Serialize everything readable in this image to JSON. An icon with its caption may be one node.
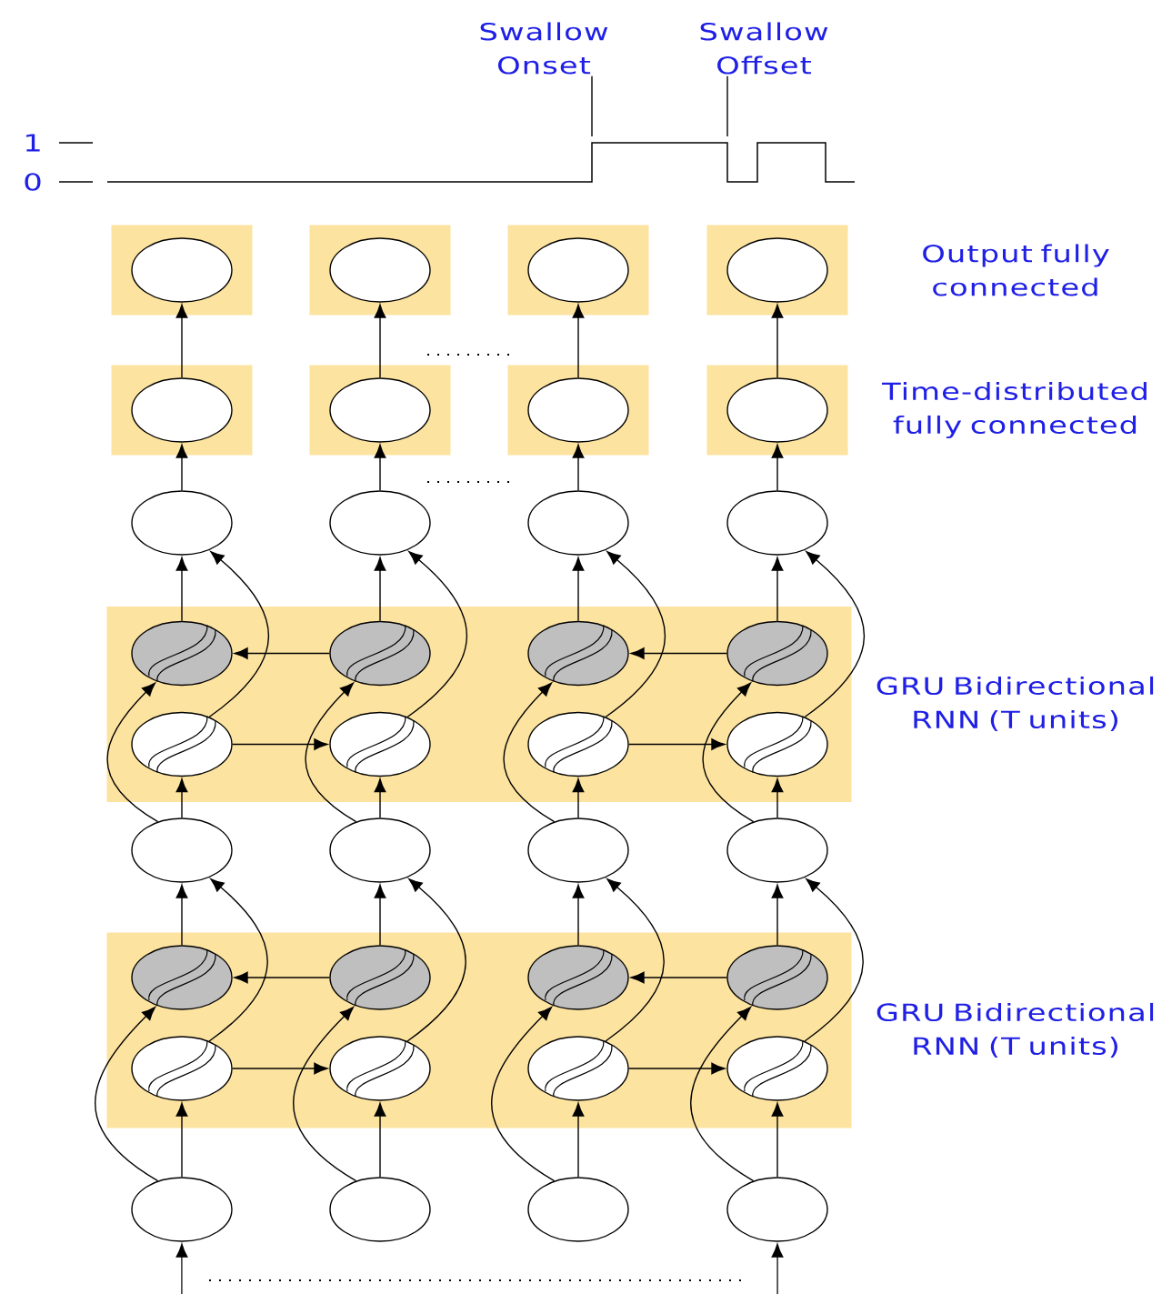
{
  "diagram": {
    "nodes": [
      {
        "text": [
          "Swallow Onset"
        ]
      },
      {
        "text": [
          "Swallow Offset"
        ]
      },
      {
        "text": [],
        "shape": "box"
      },
      {
        "text": [],
        "shape": "circle",
        "in": 2
      },
      {
        "text": [],
        "shape": "box"
      },
      {
        "text": [],
        "shape": "circle",
        "in": 4
      },
      {
        "text": [],
        "shape": "box"
      },
      {
        "text": [],
        "shape": "circle",
        "in": 6
      },
      {
        "text": [],
        "shape": "box"
      },
      {
        "text": [],
        "shape": "circle",
        "in": 8
      },
      {
        "text": [],
        "shape": "box"
      },
      {
        "text": [],
        "shape": "circle",
        "in": 10
      },
      {
        "text": [],
        "shape": "box"
      },
      {
        "text": [],
        "shape": "circle",
        "in": 12
      },
      {
        "text": [],
        "shape": "box"
      },
      {
        "text": [],
        "shape": "circle",
        "in": 14
      },
      {
        "text": [],
        "shape": "box"
      },
      {
        "text": [],
        "shape": "circle",
        "in": 16
      },
      {
        "text": [],
        "shape": "circle"
      },
      {
        "text": [],
        "shape": "circle"
      },
      {
        "text": [],
        "shape": "circle"
      },
      {
        "text": [],
        "shape": "circle"
      },
      {
        "text": [],
        "shape": "box"
      },
      {
        "text": [],
        "shape": "circle",
        "in": 22
      },
      {
        "text": [],
        "shape": "circle",
        "in": 22
      },
      {
        "text": [],
        "shape": "circle",
        "in": 22
      },
      {
        "text": [],
        "shape": "circle",
        "in": 22
      },
      {
        "text": [],
        "shape": "circle",
        "in": 22
      },
      {
        "text": [],
        "shape": "circle",
        "in": 22
      },
      {
        "text": [],
        "shape": "circle",
        "in": 22
      },
      {
        "text": [],
        "shape": "circle",
        "in": 22
      },
      {
        "text": [],
        "shape": "circle"
      },
      {
        "text": [],
        "shape": "circle"
      },
      {
        "text": [],
        "shape": "circle"
      },
      {
        "text": [],
        "shape": "circle"
      },
      {
        "text": [],
        "shape": "box"
      },
      {
        "text": [],
        "shape": "circle",
        "in": 35
      },
      {
        "text": [],
        "shape": "circle",
        "in": 35
      },
      {
        "text": [],
        "shape": "circle",
        "in": 35
      },
      {
        "text": [],
        "shape": "circle",
        "in": 35
      },
      {
        "text": [],
        "shape": "circle",
        "in": 35
      },
      {
        "text": [],
        "shape": "circle",
        "in": 35
      },
      {
        "text": [],
        "shape": "circle",
        "in": 35
      },
      {
        "text": [],
        "shape": "circle",
        "in": 35
      },
      {
        "text": [],
        "shape": "circle"
      },
      {
        "text": [],
        "shape": "circle"
      },
      {
        "text": [],
        "shape": "circle"
      },
      {
        "text": [],
        "shape": "circle"
      }
    ],
    "edges": [
      {
        "from": 0,
        "to": null,
        "arrow": "none"
      },
      {
        "from": 1,
        "to": null,
        "arrow": "none"
      },
      {
        "from": 11,
        "to": 3,
        "arrow": "to"
      },
      {
        "from": 13,
        "to": 5,
        "arrow": "to"
      },
      {
        "from": 15,
        "to": 7,
        "arrow": "to"
      },
      {
        "from": 17,
        "to": 9,
        "arrow": "to"
      },
      {
        "from": 18,
        "to": 11,
        "arrow": "to"
      },
      {
        "from": 19,
        "to": 13,
        "arrow": "to"
      },
      {
        "from": 20,
        "to": 15,
        "arrow": "to"
      },
      {
        "from": 21,
        "to": 17,
        "arrow": "to"
      },
      {
        "from": 23,
        "to": 18,
        "arrow": "to"
      },
      {
        "from": 24,
        "to": 19,
        "arrow": "to"
      },
      {
        "from": 25,
        "to": 20,
        "arrow": "to"
      },
      {
        "from": 26,
        "to": 21,
        "arrow": "to"
      },
      {
        "from": 27,
        "to": 18,
        "arrow": "to"
      },
      {
        "from": 28,
        "to": 19,
        "arrow": "to"
      },
      {
        "from": 29,
        "to": 20,
        "arrow": "to"
      },
      {
        "from": 30,
        "to": 21,
        "arrow": "to"
      },
      {
        "from": 24,
        "to": 23,
        "arrow": "to"
      },
      {
        "from": 26,
        "to": 25,
        "arrow": "to"
      },
      {
        "from": 27,
        "to": 28,
        "arrow": "to"
      },
      {
        "from": 29,
        "to": 30,
        "arrow": "to"
      },
      {
        "from": 31,
        "to": 23,
        "arrow": "to"
      },
      {
        "from": 32,
        "to": 24,
        "arrow": "to"
      },
      {
        "from": 33,
        "to": 25,
        "arrow": "to"
      },
      {
        "from": 34,
        "to": 26,
        "arrow": "to"
      },
      {
        "from": 31,
        "to": 27,
        "arrow": "to"
      },
      {
        "from": 32,
        "to": 28,
        "arrow": "to"
      },
      {
        "from": 33,
        "to": 29,
        "arrow": "to"
      },
      {
        "from": 34,
        "to": 30,
        "arrow": "to"
      },
      {
        "from": 36,
        "to": 31,
        "arrow": "to"
      },
      {
        "from": 37,
        "to": 32,
        "arrow": "to"
      },
      {
        "from": 38,
        "to": 33,
        "arrow": "to"
      },
      {
        "from": 39,
        "to": 34,
        "arrow": "to"
      },
      {
        "from": 40,
        "to": 31,
        "arrow": "to"
      },
      {
        "from": 41,
        "to": 32,
        "arrow": "to"
      },
      {
        "from": 42,
        "to": 33,
        "arrow": "to"
      },
      {
        "from": 43,
        "to": 34,
        "arrow": "to"
      },
      {
        "from": 37,
        "to": 36,
        "arrow": "to"
      },
      {
        "from": 39,
        "to": 38,
        "arrow": "to"
      },
      {
        "from": 40,
        "to": 41,
        "arrow": "to"
      },
      {
        "from": 42,
        "to": 43,
        "arrow": "to"
      },
      {
        "from": 44,
        "to": 36,
        "arrow": "to"
      },
      {
        "from": 45,
        "to": 37,
        "arrow": "to"
      },
      {
        "from": 46,
        "to": 38,
        "arrow": "to"
      },
      {
        "from": 47,
        "to": 39,
        "arrow": "to"
      },
      {
        "from": 44,
        "to": 40,
        "arrow": "to"
      },
      {
        "from": 45,
        "to": 41,
        "arrow": "to"
      },
      {
        "from": 46,
        "to": 42,
        "arrow": "to"
      },
      {
        "from": 47,
        "to": 43,
        "arrow": "to"
      },
      {
        "from": null,
        "to": 44,
        "arrow": "to"
      },
      {
        "from": null,
        "to": 47,
        "arrow": "to"
      }
    ],
    "labels": [
      "1",
      "0",
      "Output fully connected",
      "Time-distributed fully connected",
      "GRU Bidirectional RNN (T units)",
      "GRU Bidirectional RNN (T units)"
    ]
  }
}
